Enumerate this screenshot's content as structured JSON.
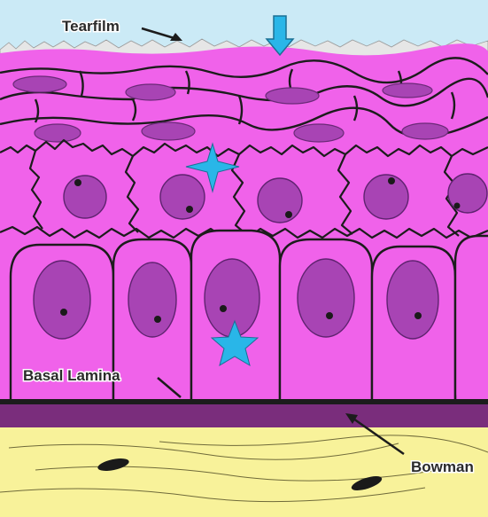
{
  "labels": {
    "tearfilm": "Tearfilm",
    "basal_lamina": "Basal Lamina",
    "bowman": "Bowman"
  },
  "colors": {
    "tearfilm": "#cbeaf6",
    "epithelium": "#f062ea",
    "cell_outline": "#1c1c1c",
    "nucleus": "#a844b4",
    "nucleus_dark": "#7a2c8a",
    "bowman_layer": "#7a2d7c",
    "stroma": "#f8f29a",
    "keratocyte": "#1a1a1a",
    "marker": "#29b6e8"
  },
  "icons": {
    "arrow": "down-arrow-marker-icon",
    "four_point_star": "four-point-star-marker-icon",
    "five_point_star": "five-point-star-marker-icon"
  }
}
